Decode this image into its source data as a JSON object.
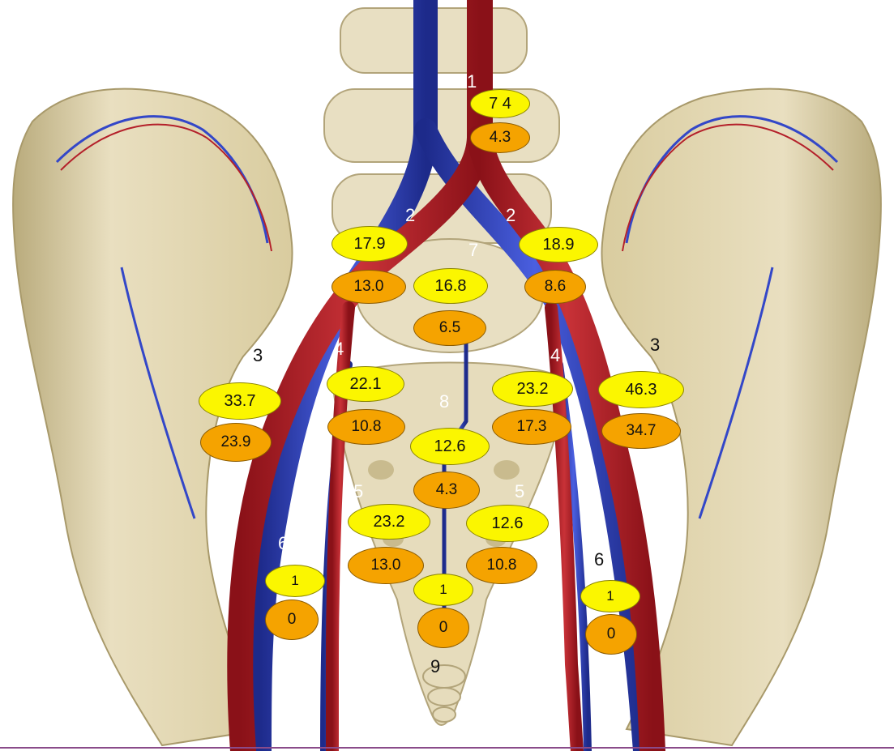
{
  "colors": {
    "bone": "#ede3c4",
    "bone_shadow": "#c8b98e",
    "artery": "#b4202a",
    "vein": "#3347c8",
    "inflow_ellipse": "#fbf600",
    "outflow_ellipse": "#f5a300",
    "bottom_rule": "#8a4b8a"
  },
  "sites": [
    {
      "id": "1",
      "label": "1",
      "top": "7 4",
      "bottom": "4.3"
    },
    {
      "id": "2L",
      "label": "2",
      "top": "17.9",
      "bottom": "13.0"
    },
    {
      "id": "2R",
      "label": "2",
      "top": "18.9",
      "bottom": "8.6"
    },
    {
      "id": "7",
      "label": "7",
      "top": "16.8",
      "bottom": "6.5"
    },
    {
      "id": "3L",
      "label": "3",
      "top": "33.7",
      "bottom": "23.9"
    },
    {
      "id": "4L",
      "label": "4",
      "top": "22.1",
      "bottom": "10.8"
    },
    {
      "id": "4R",
      "label": "4",
      "top": "23.2",
      "bottom": "17.3"
    },
    {
      "id": "3R",
      "label": "3",
      "top": "46.3",
      "bottom": "34.7"
    },
    {
      "id": "8",
      "label": "8",
      "top": "12.6",
      "bottom": "4.3"
    },
    {
      "id": "5L",
      "label": "5",
      "top": "23.2",
      "bottom": "13.0"
    },
    {
      "id": "5R",
      "label": "5",
      "top": "12.6",
      "bottom": "10.8"
    },
    {
      "id": "6L",
      "label": "6",
      "top": "1",
      "bottom": "0"
    },
    {
      "id": "9",
      "label": "9",
      "top": "1",
      "bottom": "0"
    },
    {
      "id": "6R",
      "label": "6",
      "top": "1",
      "bottom": "0"
    }
  ]
}
